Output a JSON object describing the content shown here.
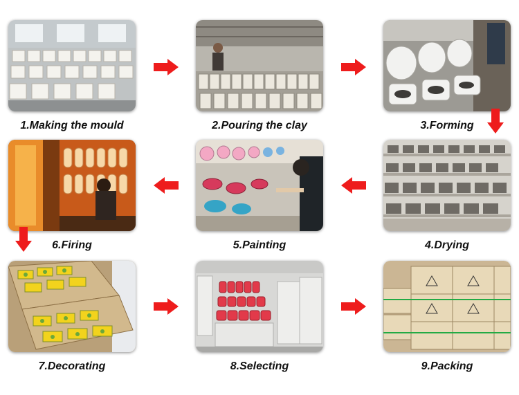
{
  "accent_color": "#ee1c1c",
  "steps": [
    {
      "label": "1.Making the mould"
    },
    {
      "label": "2.Pouring the clay"
    },
    {
      "label": "3.Forming"
    },
    {
      "label": "4.Drying"
    },
    {
      "label": "5.Painting"
    },
    {
      "label": "6.Firing"
    },
    {
      "label": "7.Decorating"
    },
    {
      "label": "8.Selecting"
    },
    {
      "label": "9.Packing"
    }
  ],
  "arrows": [
    {
      "icon": "arrow-right-icon"
    },
    {
      "icon": "arrow-right-icon"
    },
    {
      "icon": "arrow-down-icon"
    },
    {
      "icon": "arrow-left-icon"
    },
    {
      "icon": "arrow-left-icon"
    },
    {
      "icon": "arrow-down-icon"
    },
    {
      "icon": "arrow-right-icon"
    },
    {
      "icon": "arrow-right-icon"
    }
  ]
}
